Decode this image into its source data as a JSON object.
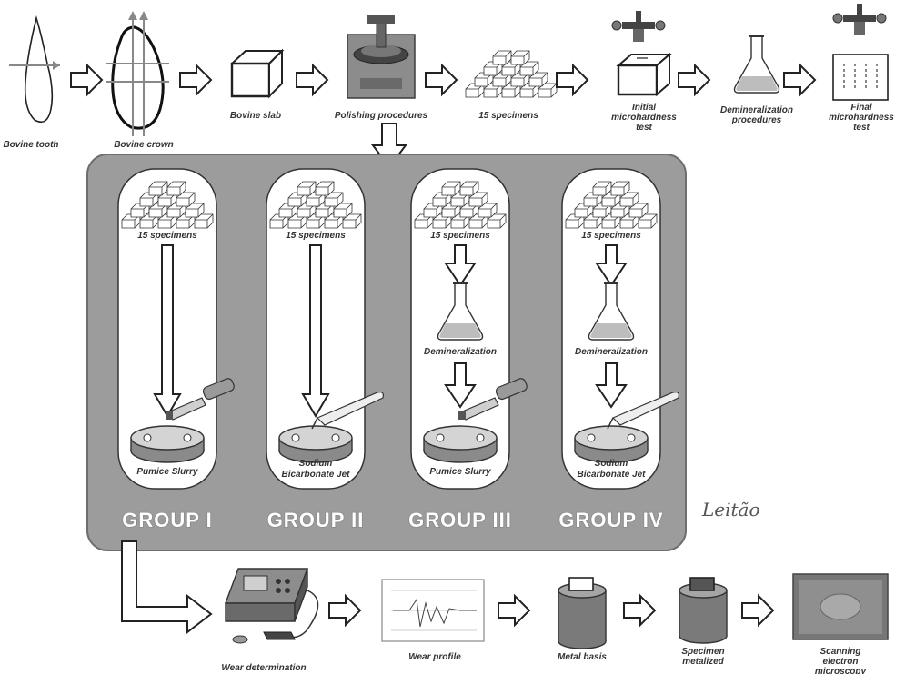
{
  "top_flow": {
    "bovine_tooth": "Bovine tooth",
    "bovine_crown": "Bovine crown",
    "bovine_slab": "Bovine slab",
    "polishing": "Polishing procedures",
    "specimens": "15 specimens",
    "initial_test_1": "Initial",
    "initial_test_2": "microhardness",
    "initial_test_3": "test",
    "demin_1": "Demineralization",
    "demin_2": "procedures",
    "final_test_1": "Final",
    "final_test_2": "microhardness",
    "final_test_3": "test"
  },
  "groups": [
    {
      "name": "GROUP I",
      "specimens": "15 specimens",
      "treatment_1": "Pumice Slurry",
      "treatment_2": ""
    },
    {
      "name": "GROUP II",
      "specimens": "15 specimens",
      "treatment_1": "Sodium",
      "treatment_2": "Bicarbonate Jet"
    },
    {
      "name": "GROUP III",
      "specimens": "15 specimens",
      "demineralization": "Demineralization",
      "treatment_1": "Pumice Slurry",
      "treatment_2": ""
    },
    {
      "name": "GROUP IV",
      "specimens": "15 specimens",
      "demineralization": "Demineralization",
      "treatment_1": "Sodium",
      "treatment_2": "Bicarbonate Jet"
    }
  ],
  "bottom_flow": {
    "wear_determination": "Wear determination",
    "wear_profile": "Wear profile",
    "metal_basis": "Metal basis",
    "metalized_1": "Specimen",
    "metalized_2": "metalized",
    "sem_1": "Scanning",
    "sem_2": "electron",
    "sem_3": "microscopy"
  },
  "signature": "Leitão",
  "colors": {
    "panel": "#9c9c9c",
    "panel_stroke": "#6e6e6e",
    "card": "#ffffff",
    "ink": "#222222"
  }
}
